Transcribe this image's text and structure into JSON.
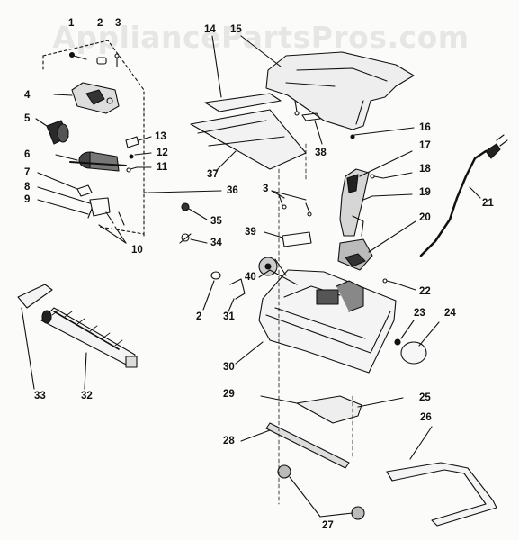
{
  "watermark": "AppliancePartsPros.com",
  "part_numbers": [
    "1",
    "2",
    "3",
    "4",
    "5",
    "6",
    "7",
    "8",
    "9",
    "10",
    "11",
    "12",
    "13",
    "14",
    "15",
    "16",
    "17",
    "18",
    "19",
    "20",
    "21",
    "22",
    "23",
    "24",
    "25",
    "26",
    "27",
    "28",
    "29",
    "30",
    "31",
    "32",
    "33",
    "34",
    "35",
    "36",
    "37",
    "38",
    "39",
    "40",
    "2",
    "3"
  ],
  "colors": {
    "ink": "#111111",
    "fill_dark": "#2a2a2a",
    "paper": "#fbfbf9",
    "watermark": "#8c8c8c"
  }
}
